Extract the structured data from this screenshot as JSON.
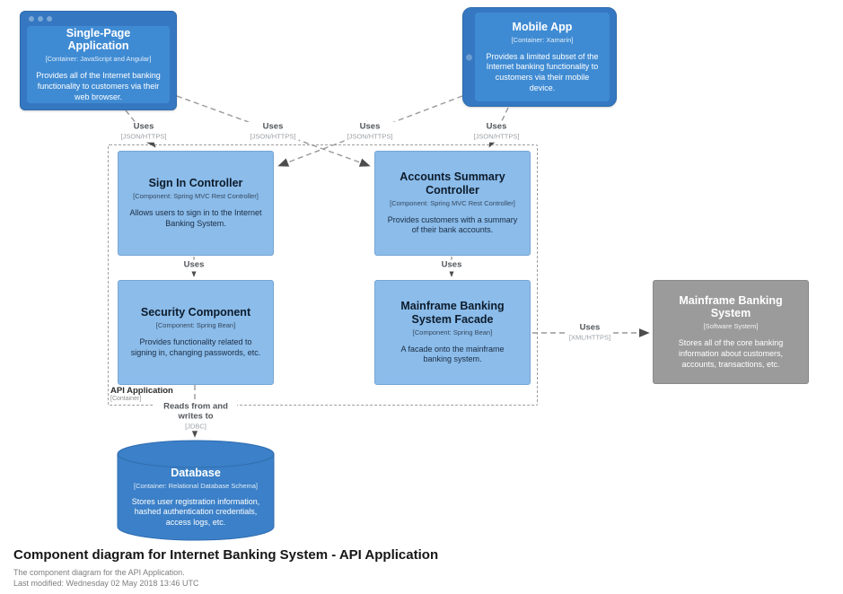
{
  "footer": {
    "title": "Component diagram for Internet Banking System - API Application",
    "description": "The component diagram for the API Application.",
    "last_modified": "Last modified: Wednesday 02 May 2018 13:46 UTC"
  },
  "colors": {
    "container_fill": "#3578C1",
    "container_screen": "#3F8BD3",
    "component_fill": "#8BBCEA",
    "component_border": "#77A5D4",
    "external_fill": "#9B9B9B",
    "database_fill": "#3B80C8",
    "arrow_line": "#999999",
    "arrowhead": "#4D4D4D"
  },
  "boundary": {
    "name": "API Application",
    "meta": "[Container]"
  },
  "nodes": {
    "spa": {
      "title": "Single-Page Application",
      "meta": "[Container: JavaScript and Angular]",
      "description": "Provides all of the Internet banking functionality to customers via their web browser."
    },
    "mobile": {
      "title": "Mobile App",
      "meta": "[Container: Xamarin]",
      "description": "Provides a limited subset of the Internet banking functionality to customers via their mobile device."
    },
    "sign_in": {
      "title": "Sign In Controller",
      "meta": "[Component: Spring MVC Rest Controller]",
      "description": "Allows users to sign in to the Internet Banking System."
    },
    "accounts": {
      "title": "Accounts Summary Controller",
      "meta": "[Component: Spring MVC Rest Controller]",
      "description": "Provides customers with a summary of their bank accounts."
    },
    "security": {
      "title": "Security Component",
      "meta": "[Component: Spring Bean]",
      "description": "Provides functionality related to signing in, changing passwords, etc."
    },
    "facade": {
      "title": "Mainframe Banking System Facade",
      "meta": "[Component: Spring Bean]",
      "description": "A facade onto the mainframe banking system."
    },
    "mainframe": {
      "title": "Mainframe Banking System",
      "meta": "[Software System]",
      "description": "Stores all of the core banking information about customers, accounts, transactions, etc."
    },
    "database": {
      "title": "Database",
      "meta": "[Container: Relational Database Schema]",
      "description": "Stores user registration information, hashed authentication credentials, access logs, etc."
    }
  },
  "relationships": [
    {
      "from": "Single-Page Application",
      "to": "Sign In Controller",
      "label": "Uses",
      "tech": "[JSON/HTTPS]"
    },
    {
      "from": "Single-Page Application",
      "to": "Accounts Summary Controller",
      "label": "Uses",
      "tech": "[JSON/HTTPS]"
    },
    {
      "from": "Mobile App",
      "to": "Sign In Controller",
      "label": "Uses",
      "tech": "[JSON/HTTPS]"
    },
    {
      "from": "Mobile App",
      "to": "Accounts Summary Controller",
      "label": "Uses",
      "tech": "[JSON/HTTPS]"
    },
    {
      "from": "Sign In Controller",
      "to": "Security Component",
      "label": "Uses",
      "tech": ""
    },
    {
      "from": "Accounts Summary Controller",
      "to": "Mainframe Banking System Facade",
      "label": "Uses",
      "tech": ""
    },
    {
      "from": "Mainframe Banking System Facade",
      "to": "Mainframe Banking System",
      "label": "Uses",
      "tech": "[XML/HTTPS]"
    },
    {
      "from": "Security Component",
      "to": "Database",
      "label": "Reads from and writes to",
      "tech": "[JDBC]"
    }
  ]
}
